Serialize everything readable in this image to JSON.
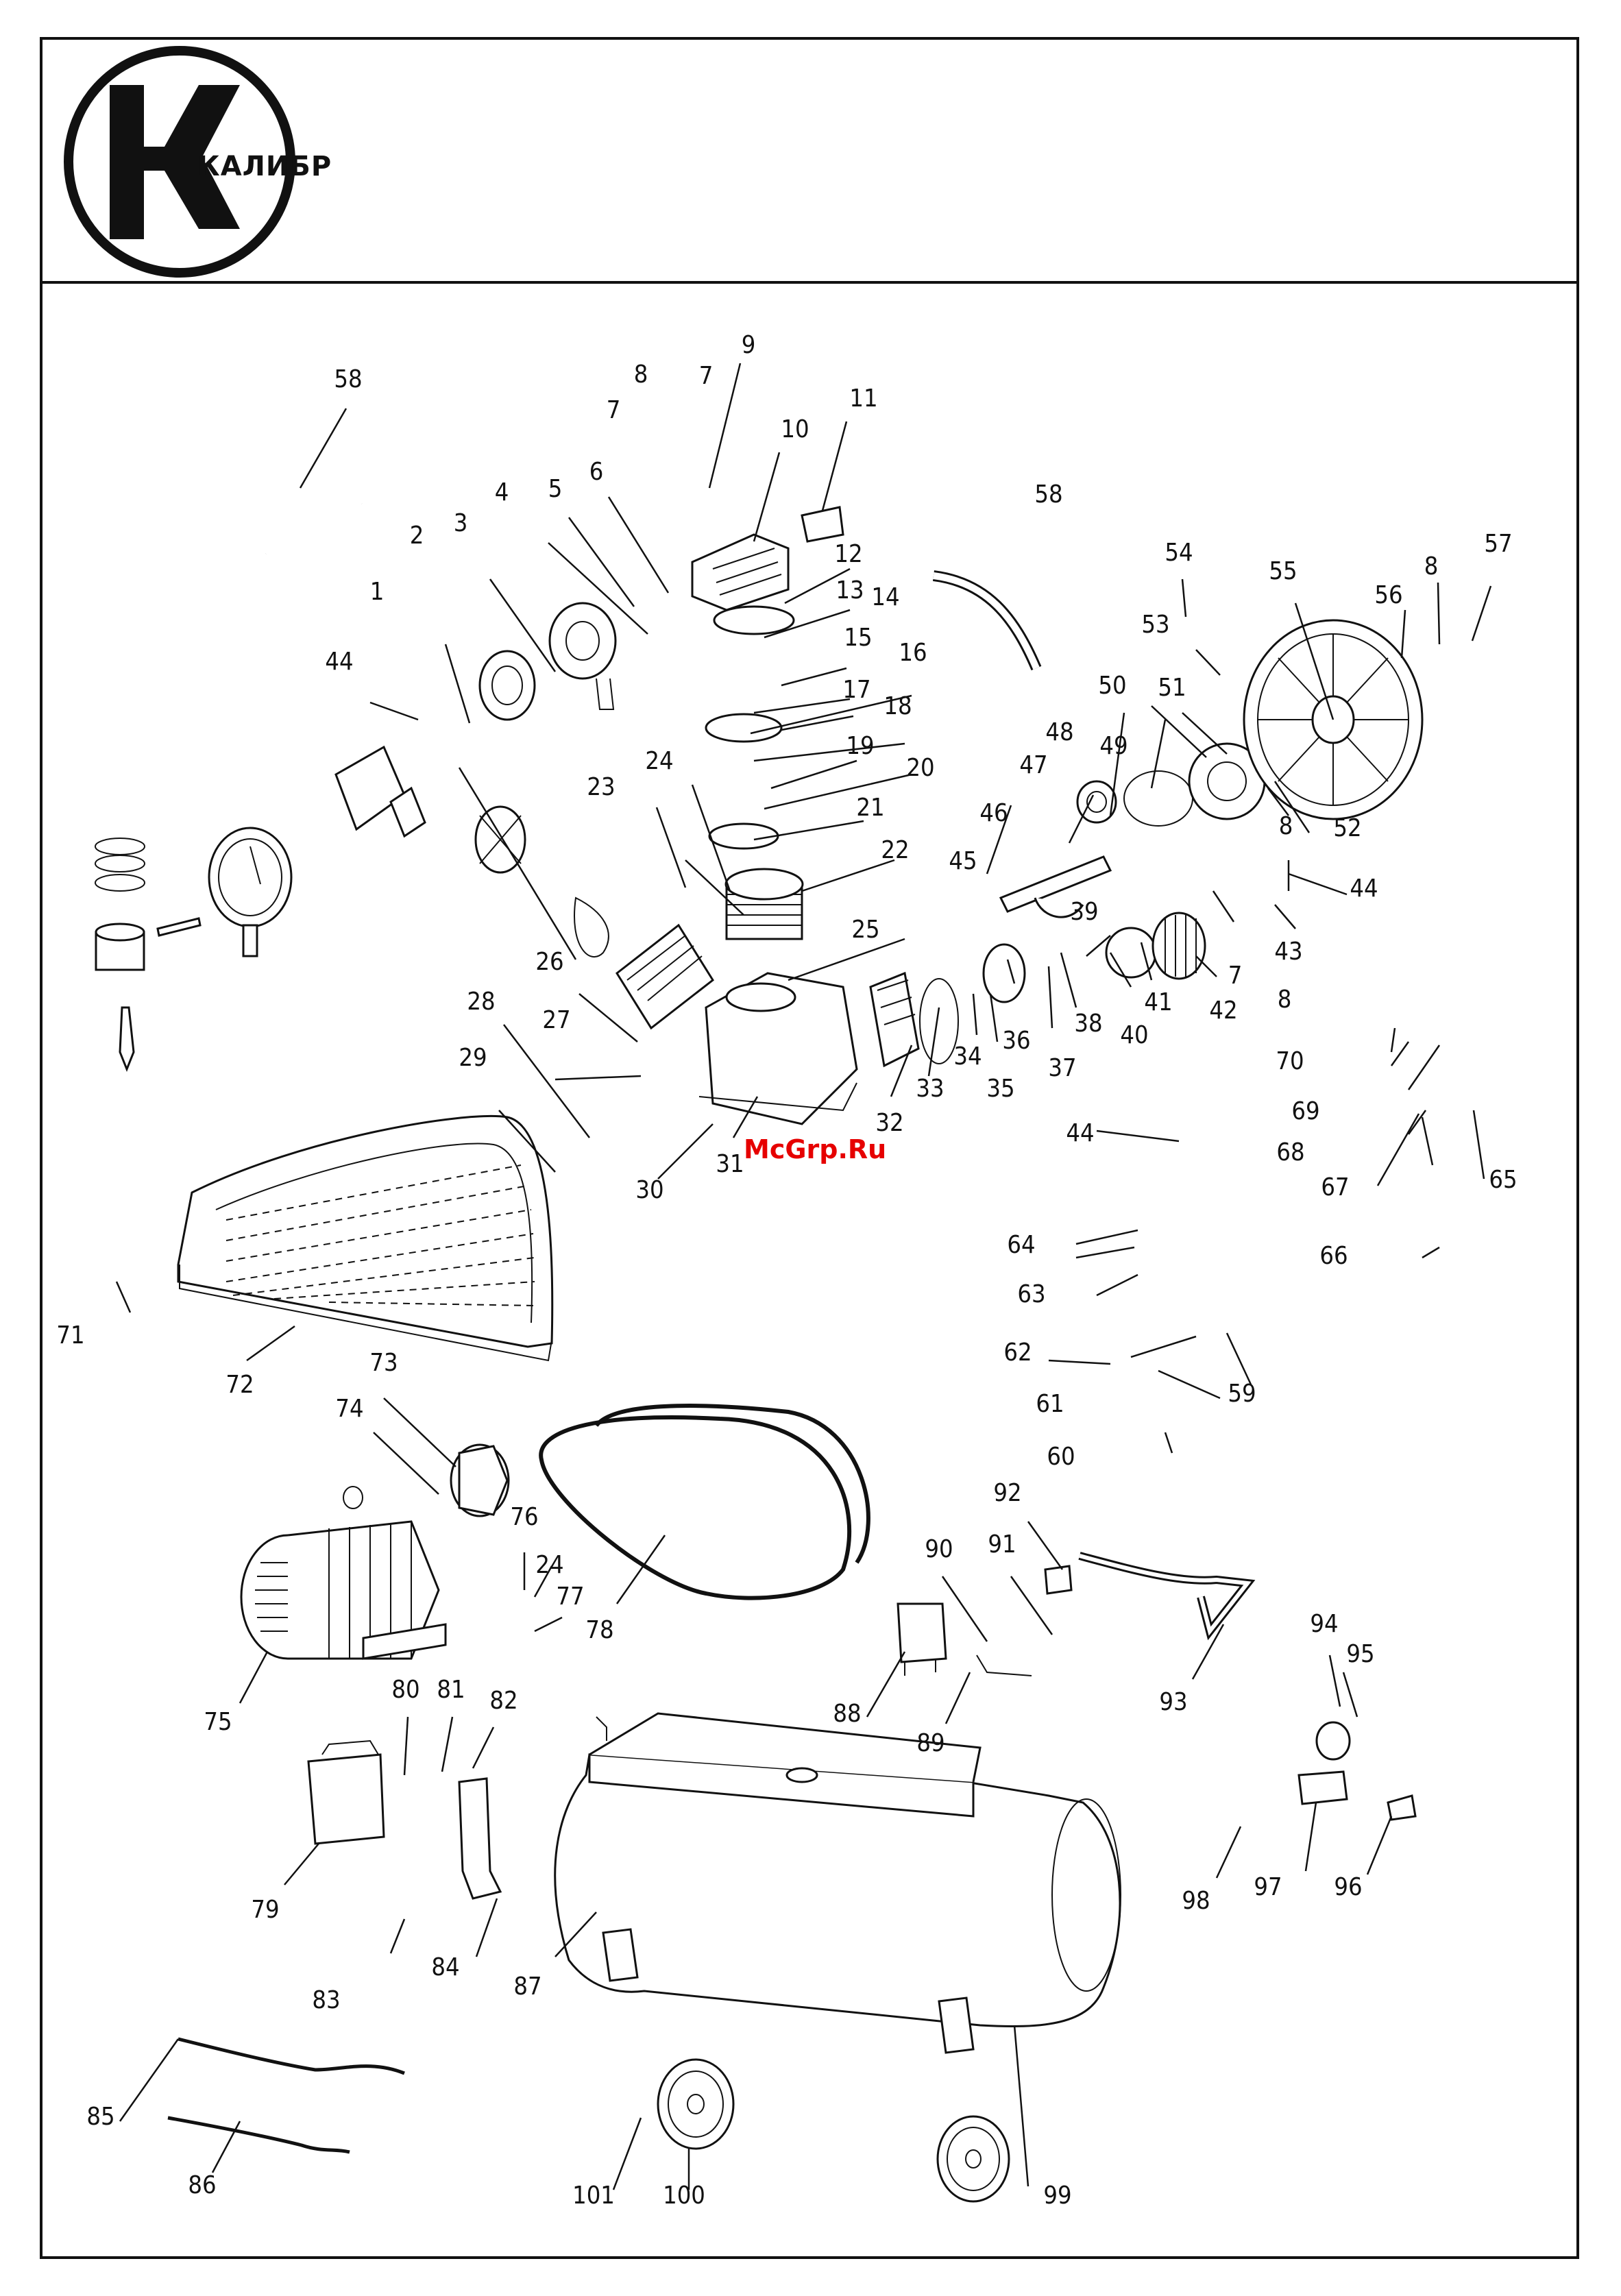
{
  "brand": {
    "logo_text": "КАЛИБР"
  },
  "watermark": "McGrp.Ru",
  "callouts": [
    "1",
    "2",
    "3",
    "4",
    "5",
    "6",
    "7",
    "8",
    "9",
    "10",
    "11",
    "12",
    "13",
    "14",
    "15",
    "16",
    "17",
    "18",
    "19",
    "20",
    "21",
    "22",
    "23",
    "24",
    "25",
    "26",
    "27",
    "28",
    "29",
    "30",
    "31",
    "32",
    "33",
    "34",
    "35",
    "36",
    "37",
    "38",
    "39",
    "40",
    "41",
    "42",
    "43",
    "44",
    "45",
    "46",
    "47",
    "48",
    "49",
    "50",
    "51",
    "52",
    "53",
    "54",
    "55",
    "56",
    "57",
    "58",
    "59",
    "60",
    "61",
    "62",
    "63",
    "64",
    "65",
    "66",
    "67",
    "68",
    "69",
    "70",
    "71",
    "72",
    "73",
    "74",
    "75",
    "76",
    "77",
    "78",
    "79",
    "80",
    "81",
    "82",
    "83",
    "84",
    "85",
    "86",
    "87",
    "88",
    "89",
    "90",
    "91",
    "92",
    "93",
    "94",
    "95",
    "96",
    "97",
    "98",
    "99",
    "100",
    "101"
  ],
  "colors": {
    "line": "#111111",
    "watermark": "#e60000",
    "background": "#ffffff"
  }
}
